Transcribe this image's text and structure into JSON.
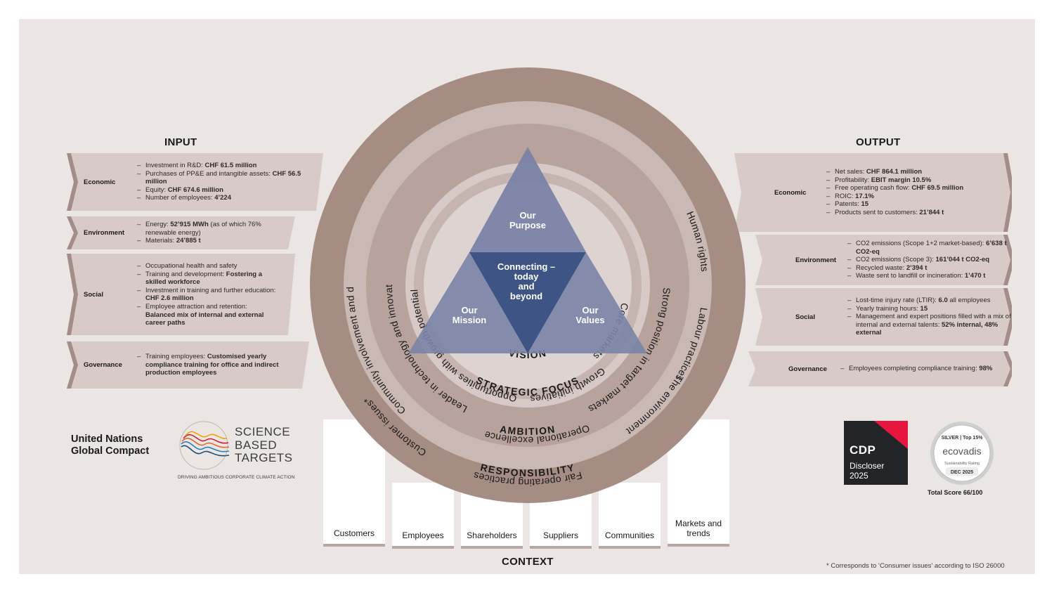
{
  "headings": {
    "input": "INPUT",
    "output": "OUTPUT",
    "context": "CONTEXT"
  },
  "input": [
    {
      "category": "Economic",
      "bullets": [
        [
          {
            "t": "Investment in R&D: "
          },
          {
            "t": "CHF 61.5 million",
            "b": true
          }
        ],
        [
          {
            "t": "Purchases of PP&E and intangible assets: "
          },
          {
            "t": "CHF 56.5 million",
            "b": true
          }
        ],
        [
          {
            "t": "Equity: "
          },
          {
            "t": "CHF 674.6 million",
            "b": true
          }
        ],
        [
          {
            "t": "Number of employees: "
          },
          {
            "t": "4’224",
            "b": true
          }
        ]
      ]
    },
    {
      "category": "Environment",
      "bullets": [
        [
          {
            "t": "Energy: "
          },
          {
            "t": "52’915 MWh",
            "b": true
          },
          {
            "t": " (as of which 76% renewable energy)"
          }
        ],
        [
          {
            "t": "Materials: "
          },
          {
            "t": "24’885 t",
            "b": true
          }
        ]
      ]
    },
    {
      "category": "Social",
      "bullets": [
        [
          {
            "t": "Occupational health and safety"
          }
        ],
        [
          {
            "t": "Training and development: "
          },
          {
            "t": "Fostering a skilled workforce",
            "b": true
          }
        ],
        [
          {
            "t": "Investment in training and further education: "
          },
          {
            "t": "CHF 2.6 million",
            "b": true
          }
        ],
        [
          {
            "t": "Employee attraction and retention: "
          },
          {
            "t": "Balanced mix of internal and external career paths",
            "b": true
          }
        ]
      ]
    },
    {
      "category": "Governance",
      "bullets": [
        [
          {
            "t": "Training employees: "
          },
          {
            "t": "Customised yearly compliance training for office and indirect production employees",
            "b": true
          }
        ]
      ]
    }
  ],
  "output": [
    {
      "category": "Economic",
      "bullets": [
        [
          {
            "t": "Net sales: "
          },
          {
            "t": "CHF 864.1 million",
            "b": true
          }
        ],
        [
          {
            "t": "Profitability: "
          },
          {
            "t": "EBIT margin 10.5%",
            "b": true
          }
        ],
        [
          {
            "t": "Free operating cash flow: "
          },
          {
            "t": "CHF 69.5 million",
            "b": true
          }
        ],
        [
          {
            "t": "ROIC: "
          },
          {
            "t": "17.1%",
            "b": true
          }
        ],
        [
          {
            "t": "Patents: "
          },
          {
            "t": "15",
            "b": true
          }
        ],
        [
          {
            "t": "Products sent to customers: "
          },
          {
            "t": "21’844 t",
            "b": true
          }
        ]
      ]
    },
    {
      "category": "Environment",
      "bullets": [
        [
          {
            "t": "CO2 emissions (Scope 1+2 market-based): "
          },
          {
            "t": "6’638 t CO2-eq",
            "b": true
          }
        ],
        [
          {
            "t": "CO2 emissions (Scope 3): "
          },
          {
            "t": "161’044 t CO2-eq",
            "b": true
          }
        ],
        [
          {
            "t": "Recycled waste: "
          },
          {
            "t": "2’394 t",
            "b": true
          }
        ],
        [
          {
            "t": "Waste sent to landfill or incineration: "
          },
          {
            "t": "1’470 t",
            "b": true
          }
        ]
      ]
    },
    {
      "category": "Social",
      "bullets": [
        [
          {
            "t": "Lost-time injury rate (LTIR): "
          },
          {
            "t": "6.0",
            "b": true
          },
          {
            "t": " all employees"
          }
        ],
        [
          {
            "t": "Yearly training hours: "
          },
          {
            "t": "15",
            "b": true
          }
        ],
        [
          {
            "t": "Management and expert positions filled with a mix of internal and external talents: "
          },
          {
            "t": "52% internal, 48% external",
            "b": true
          }
        ]
      ]
    },
    {
      "category": "Governance",
      "bullets": [
        [
          {
            "t": "Employees completing compliance training: "
          },
          {
            "t": "98%",
            "b": true
          }
        ]
      ]
    }
  ],
  "wheel": {
    "responsibility": {
      "label": "RESPONSIBILITY",
      "arc_texts": [
        "Fair operating practices",
        "Customer issues*",
        "Community involvement and development",
        "The environment",
        "Labour practices",
        "Human rights"
      ]
    },
    "ambition": {
      "label": "AMBITION",
      "arc_texts": [
        "Operational excellence",
        "Leader in technology and innovation",
        "Strong position in target markets"
      ]
    },
    "strategic_focus": {
      "label": "STRATEGIC FOCUS",
      "arc_texts": [
        "Growth initiatives",
        "Opportunities with growth potential",
        "Core markets"
      ]
    },
    "vision": {
      "label": "VISION"
    },
    "triangle": {
      "top": [
        "Our",
        "Purpose"
      ],
      "left": [
        "Our",
        "Mission"
      ],
      "right": [
        "Our",
        "Values"
      ],
      "center": [
        "Connecting –",
        "today",
        "and",
        "beyond"
      ]
    },
    "colors": {
      "outer_ring": "#a68d84",
      "ring2": "#c9b8b3",
      "ring3": "#b7a29c",
      "ring4": "#d7cac6",
      "inner_disc": "#ddd3d1",
      "triangle": "#7a83a6",
      "triangle_center": "#3d5484"
    }
  },
  "context_columns": [
    "Customers",
    "Employees",
    "Shareholders",
    "Suppliers",
    "Communities",
    "Markets and trends"
  ],
  "badges": {
    "ungc": "United Nations Global Compact",
    "sbt_title": [
      "SCIENCE",
      "BASED",
      "TARGETS"
    ],
    "sbt_tagline": "DRIVING AMBITIOUS CORPORATE CLIMATE ACTION",
    "cdp": {
      "logo": "CDP",
      "line1": "Discloser",
      "line2": "2025"
    },
    "ecovadis": {
      "top": "SILVER | Top 15%",
      "name": "ecovadis",
      "sub": "Sustainability Rating",
      "date": "DEC 2025",
      "score": "Total Score 66/100"
    }
  },
  "footnote": "* Corresponds to ‘Consumer issues’ according to ISO 26000",
  "palette": {
    "background": "#ebe5e4",
    "panel": "#d8cac6",
    "panel_arrow": "#a28d88"
  }
}
